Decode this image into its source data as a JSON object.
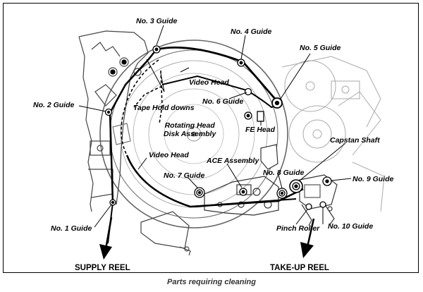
{
  "labels": {
    "guide3": "No. 3 Guide",
    "guide4": "No. 4 Guide",
    "guide5": "No. 5 Guide",
    "guide2": "No. 2 Guide",
    "video_head_top": "Video Head",
    "tape_hold_downs": "Tape Hold downs",
    "guide6": "No. 6 Guide",
    "rotating_line1": "Rotating Head",
    "rotating_line2": "Disk Assembly",
    "fe_head": "FE Head",
    "capstan_shaft": "Capstan Shaft",
    "video_head_bottom": "Video Head",
    "ace_assembly": "ACE Assembly",
    "guide7": "No. 7 Guide",
    "guide8": "No. 8 Guide",
    "guide9": "No. 9 Guide",
    "guide1": "No. 1 Guide",
    "pinch_roller": "Pinch Roller",
    "guide10": "No. 10 Guide"
  },
  "reels": {
    "supply": "SUPPLY REEL",
    "takeup": "TAKE-UP REEL"
  },
  "caption": "Parts requiring cleaning"
}
